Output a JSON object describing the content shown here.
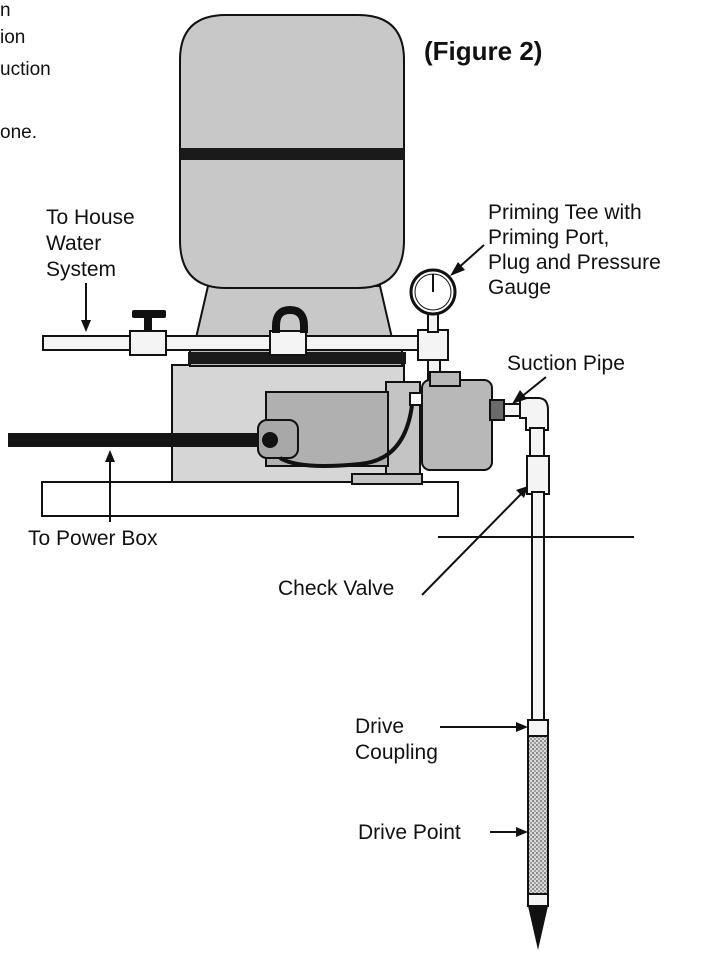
{
  "figure_label": "(Figure 2)",
  "cropped_text": [
    "n",
    "ion",
    "uction",
    "one."
  ],
  "labels": {
    "to_house_water_system": [
      "To House",
      "Water",
      "System"
    ],
    "priming_tee": [
      "Priming Tee with",
      "Priming Port,",
      "Plug and Pressure",
      "Gauge"
    ],
    "suction_pipe": "Suction Pipe",
    "to_power_box": "To Power Box",
    "check_valve": "Check Valve",
    "drive_coupling": [
      "Drive",
      "Coupling"
    ],
    "drive_point": "Drive Point"
  },
  "colors": {
    "line": "#111111",
    "tank_fill": "#c8c8c8",
    "pump_fill": "#b8b8b8",
    "stand_fill": "#d6d6d6",
    "pipe_fill": "#f4f4f4",
    "screen_fill": "#bdbdbd",
    "cord": "#151515"
  }
}
